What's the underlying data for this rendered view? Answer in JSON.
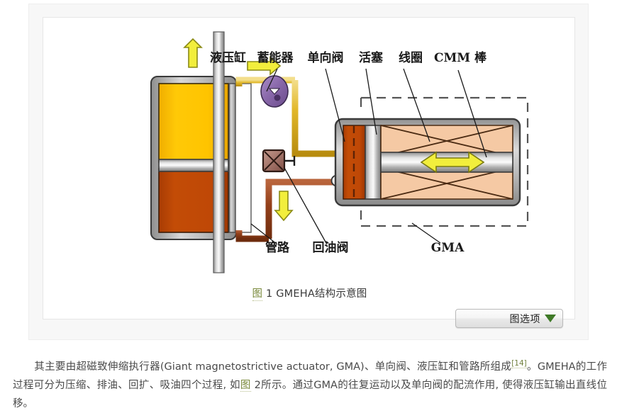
{
  "figure": {
    "caption_link": "图",
    "caption_rest": " 1 GMEHA结构示意图",
    "options_button_label": "图选项",
    "options_button_icon": "chevron-down-icon",
    "labels": {
      "hydraulic_cylinder": "液压缸",
      "accumulator": "蓄能器",
      "check_valve": "单向阀",
      "piston": "活塞",
      "coil": "线圈",
      "cmm_rod": "CMM 棒",
      "pipeline": "管路",
      "return_oil_valve": "回油阀",
      "gma": "GMA"
    },
    "colors": {
      "oil_yellow": "#FFC50A",
      "oil_orange": "#C04A06",
      "coil_peach": "#F5C9A4",
      "accumulator_purple": "#8B6BAA",
      "arrow_yellow": "#F2EE3C",
      "metal_gray": "#A8A8A8",
      "pipe_yellow": "#D9A514",
      "pipe_brown": "#8B3A13",
      "valve_mauve": "#9C6F63",
      "dashed_outline": "#555555"
    }
  },
  "body": {
    "indent": "",
    "para_1": "其主要由超磁致伸缩执行器(Giant magnetostrictive actuator, GMA)、单向阀、液压缸和管路所组成",
    "ref_1": "[14]",
    "para_2": "。GMEHA的工作过程可分为压缩、排油、回扩、吸油四个过程, 如",
    "fig_link": "图",
    "para_3": " 2所示。通过GMA的往复运动以及单向阀的配流作用, 使得液压缸输出直线位移。"
  }
}
